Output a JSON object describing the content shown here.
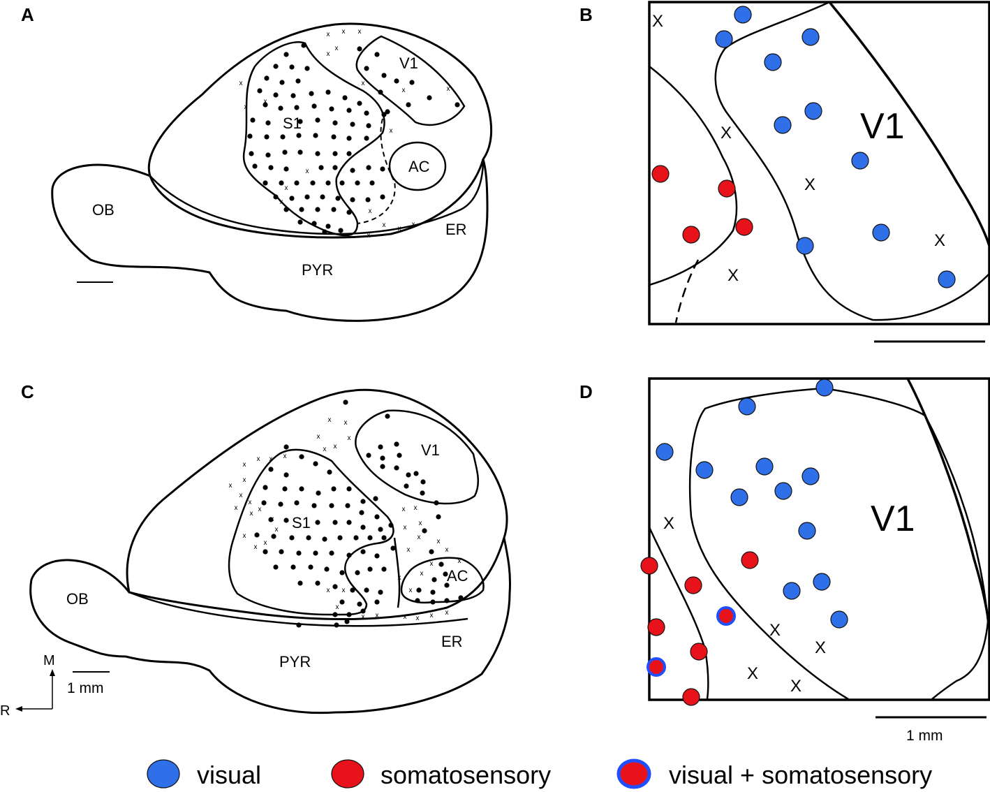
{
  "panels": {
    "A": {
      "letter": "A",
      "regions": {
        "ob": "OB",
        "s1": "S1",
        "v1": "V1",
        "ac": "AC",
        "er": "ER",
        "pyr": "PYR"
      }
    },
    "B": {
      "letter": "B",
      "regions": {
        "v1": "V1"
      }
    },
    "C": {
      "letter": "C",
      "regions": {
        "ob": "OB",
        "s1": "S1",
        "v1": "V1",
        "ac": "AC",
        "er": "ER",
        "pyr": "PYR"
      },
      "orientation": {
        "m": "M",
        "r": "R"
      },
      "scale_label": "1 mm"
    },
    "D": {
      "letter": "D",
      "regions": {
        "v1": "V1"
      },
      "scale_label": "1 mm"
    }
  },
  "x_marker": "x",
  "X_marker": "X",
  "legend": {
    "visual": {
      "label": "visual",
      "fill": "#2f6fe8"
    },
    "somatosensory": {
      "label": "somatosensory",
      "fill": "#e8121a"
    },
    "bimodal": {
      "label": "visual + somatosensory",
      "fill": "#e8121a",
      "ring": "#1f4fff"
    }
  }
}
